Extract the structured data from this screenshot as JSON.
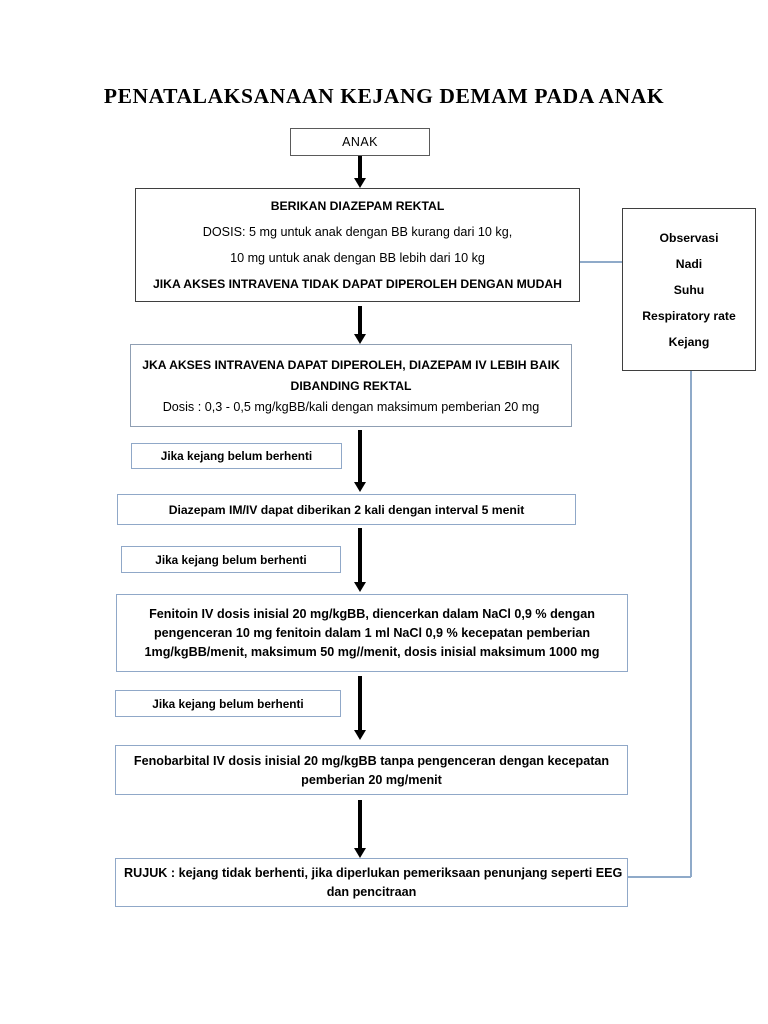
{
  "title": "PENATALAKSANAAN KEJANG DEMAM PADA ANAK",
  "nodes": {
    "start": {
      "label": "ANAK"
    },
    "rectal_diazepam": {
      "line1": "BERIKAN DIAZEPAM REKTAL",
      "line2": "DOSIS: 5 mg untuk anak dengan BB kurang dari 10 kg,",
      "line3": "10 mg untuk anak dengan BB lebih dari 10 kg",
      "line4": "JIKA AKSES INTRAVENA TIDAK DAPAT DIPEROLEH DENGAN MUDAH"
    },
    "iv_diazepam": {
      "line1": "JKA AKSES INTRAVENA DAPAT DIPEROLEH, DIAZEPAM IV LEBIH BAIK",
      "line2": "DIBANDING REKTAL",
      "line3": "Dosis : 0,3 - 0,5 mg/kgBB/kali dengan maksimum pemberian 20 mg"
    },
    "condition1": {
      "label": "Jika kejang belum berhenti"
    },
    "diazepam_im_iv": {
      "label": "Diazepam IM/IV dapat diberikan 2 kali dengan interval 5 menit"
    },
    "condition2": {
      "label": "Jika kejang belum berhenti"
    },
    "fenitoin": {
      "line1": "Fenitoin IV dosis inisial 20 mg/kgBB, diencerkan dalam NaCl 0,9 % dengan",
      "line2": "pengenceran 10 mg fenitoin dalam 1 ml NaCl 0,9 % kecepatan pemberian",
      "line3": "1mg/kgBB/menit, maksimum 50 mg//menit, dosis inisial maksimum 1000 mg"
    },
    "condition3": {
      "label": "Jika kejang belum berhenti"
    },
    "fenobarbital": {
      "line1": "Fenobarbital IV dosis inisial 20 mg/kgBB tanpa pengenceran dengan kecepatan",
      "line2": "pemberian 20 mg/menit"
    },
    "rujuk": {
      "line1": "RUJUK : kejang tidak berhenti, jika diperlukan pemeriksaan penunjang seperti EEG",
      "line2": "dan pencitraan"
    },
    "observasi": {
      "item1": "Observasi",
      "item2": "Nadi",
      "item3": "Suhu",
      "item4": "Respiratory rate",
      "item5": "Kejang"
    }
  },
  "colors": {
    "box_border_dark": "#3f3f3f",
    "box_border_blue": "#90a8c8",
    "connector_blue": "#8faac9",
    "arrow_black": "#000000",
    "background": "#ffffff",
    "text": "#000000"
  }
}
